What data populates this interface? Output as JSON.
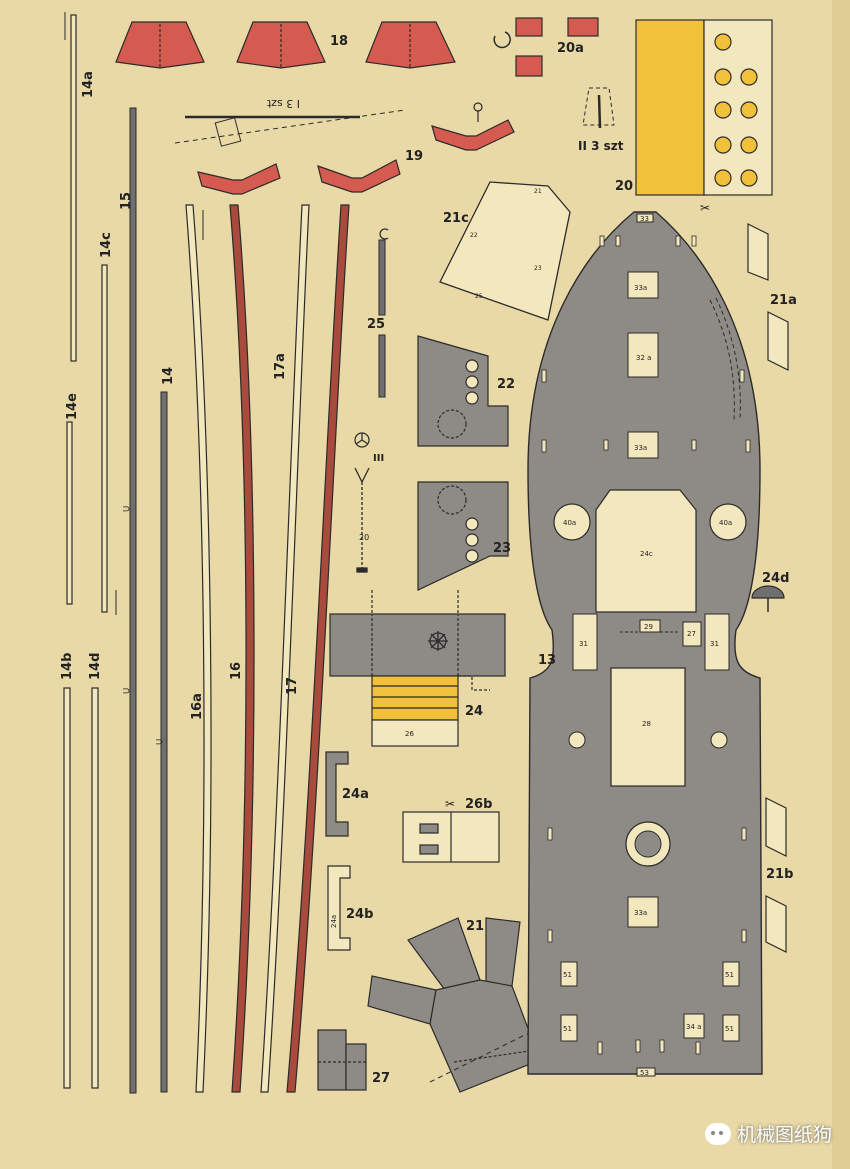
{
  "colors": {
    "paper": "#e9d9a6",
    "gray_part": "#8e8a86",
    "red_part": "#d55a4f",
    "yellow_part": "#f2c13c",
    "outline": "#2b2b2b",
    "mast_red": "#a84a3c"
  },
  "part_labels": {
    "p14a": "14a",
    "p14b": "14b",
    "p14c": "14c",
    "p14d": "14d",
    "p14e": "14e",
    "p14": "14",
    "p15": "15",
    "p16": "16",
    "p16a": "16a",
    "p17": "17",
    "p17a": "17a",
    "p18": "18",
    "p19": "19",
    "p20": "20",
    "p20a": "20a",
    "p21": "21",
    "p21a": "21a",
    "p21b": "21b",
    "p21c": "21c",
    "p22": "22",
    "p23": "23",
    "p24": "24",
    "p24a": "24a",
    "p24b": "24b",
    "p24d": "24d",
    "p25": "25",
    "p26b": "26b",
    "p27": "27",
    "p13": "13"
  },
  "annotations": {
    "qty_1": "I 3 szt",
    "qty_2": "II 3 szt",
    "mark_III": "III"
  },
  "deck_marks": {
    "m33_top": "33",
    "m33a_1": "33a",
    "m32_a": "32 a",
    "m33a_2": "33a",
    "m40a_left": "40a",
    "m40a_right": "40a",
    "m24c": "24c",
    "m29": "29",
    "m31_left": "31",
    "m31_right": "31",
    "m27": "27",
    "m28": "28",
    "m33a_3": "33a",
    "m51_1": "51",
    "m51_2": "51",
    "m51_3": "51",
    "m51_4": "51",
    "m34a": "34 a",
    "m53": "53",
    "m21_mark": "21",
    "m22_mark": "22",
    "m23_mark": "23",
    "m25_mark": "25",
    "m26_mark": "26",
    "m24a_mark": "24a",
    "m20_mark": "20"
  },
  "watermark": {
    "text": "机械图纸狗",
    "icon": "wechat-icon"
  }
}
